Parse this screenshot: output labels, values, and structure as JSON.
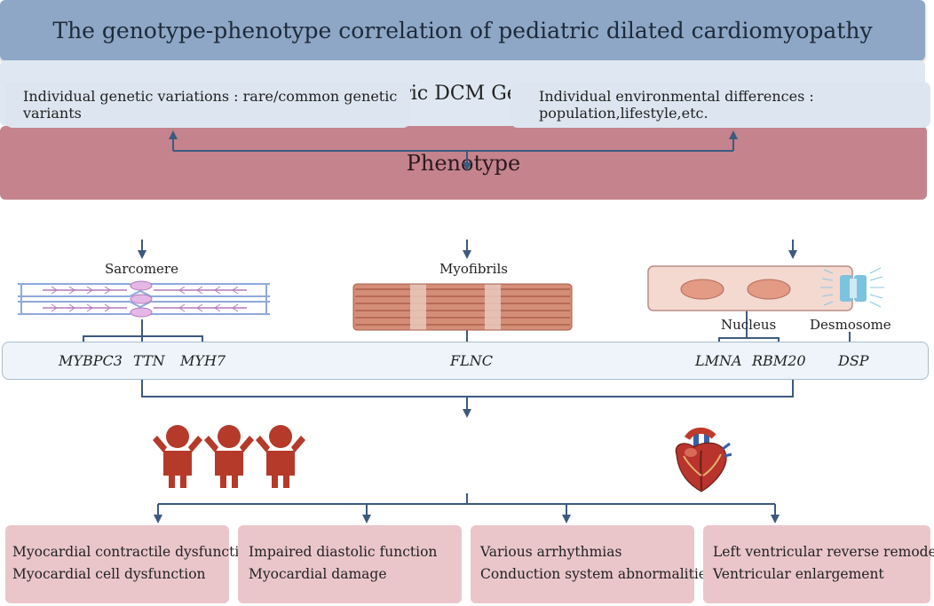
{
  "title": "The genotype-phenotype correlation of pediatric dilated cardiomyopathy",
  "factors": {
    "genetic": "Individual genetic variations : rare/common genetic variants",
    "environmental": "Individual environmental differences : population,lifestyle,etc."
  },
  "genotype_label": "Pediatric DCM Genotype",
  "structures": {
    "sarcomere": "Sarcomere",
    "myofibrils": "Myofibrils",
    "nucleus": "Nucleus",
    "desmosome": "Desmosome"
  },
  "genes": [
    "MYBPC3",
    "TTN",
    "MYH7",
    "FLNC",
    "LMNA",
    "RBM20",
    "DSP"
  ],
  "phenotype_label": "Phenotype",
  "outcomes": [
    {
      "line1": "Myocardial contractile dysfunction",
      "line2": "Myocardial cell dysfunction"
    },
    {
      "line1": "Impaired diastolic function",
      "line2": "Myocardial damage"
    },
    {
      "line1": "Various arrhythmias",
      "line2": "Conduction system abnormalities"
    },
    {
      "line1": "Left ventricular reverse remodeling",
      "line2": "Ventricular enlargement"
    }
  ],
  "colors": {
    "title_bg": "#8ea7c6",
    "light_blue": "#dde6f0",
    "phenotype_bg": "#c4838d",
    "outcome_bg": "#eac6cb",
    "arrow": "#3c5a80",
    "figure_red": "#b53a2a"
  },
  "icons": [
    "child-figure-icon",
    "heart-icon"
  ]
}
